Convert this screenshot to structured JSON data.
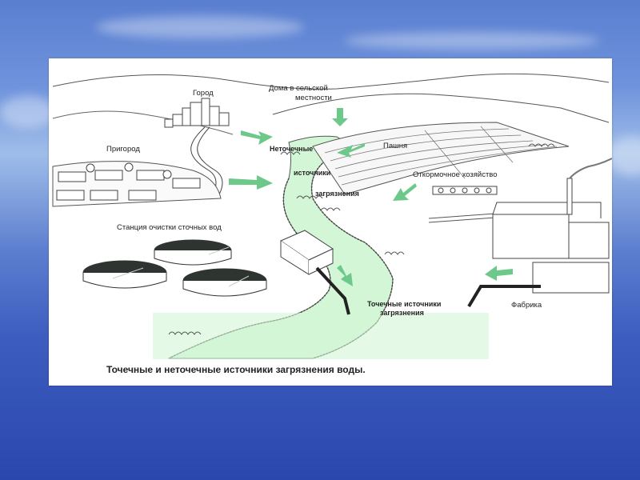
{
  "diagram": {
    "caption": "Точечные и неточечные источники загрязнения воды.",
    "labels": {
      "city": "Город",
      "rural_homes_1": "Дома в сельской",
      "rural_homes_2": "местности",
      "suburb": "Пригород",
      "nonpoint_1": "Неточечные",
      "nonpoint_2": "источники",
      "nonpoint_3": "загрязнения",
      "field": "Пашня",
      "feedlot": "Откормочное хозяйство",
      "wastewater_plant": "Станция очистки  сточных вод",
      "point_1": "Точечные источники",
      "point_2": "загрязнения",
      "factory": "Фабрика"
    },
    "colors": {
      "water": "#d3f7d6",
      "arrow": "#6cc98a",
      "ink": "#333333",
      "tank": "#2e3430"
    }
  }
}
